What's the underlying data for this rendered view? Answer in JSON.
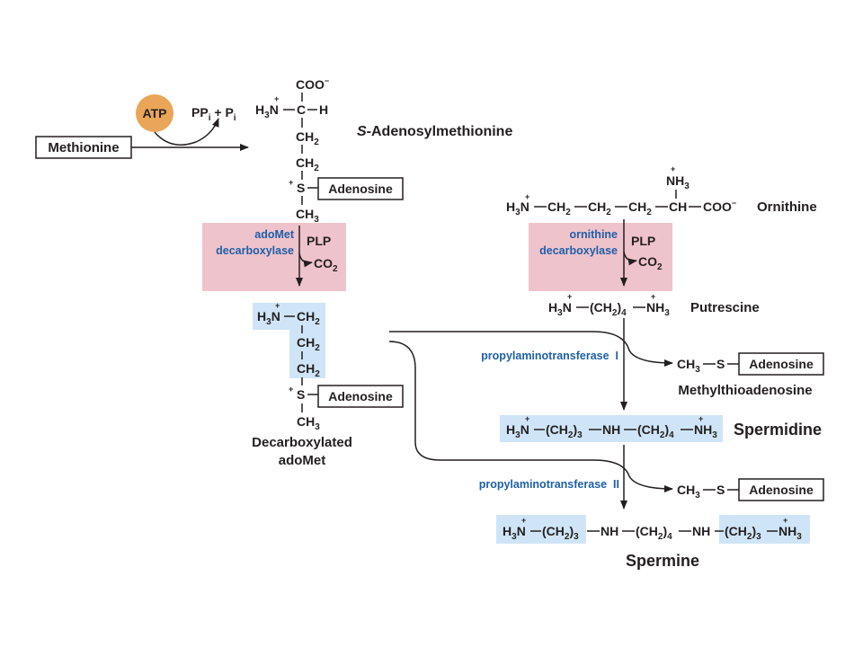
{
  "colors": {
    "atp_circle": "#e9a558",
    "enzyme_box": "#efc3cb",
    "highlight": "#cfe5f7",
    "enzyme_text": "#1f5fa8",
    "ink": "#231f20"
  },
  "atp": "ATP",
  "ppi": "PP",
  "pi_sub": "i",
  "plus": "+",
  "pi": "P",
  "methionine": "Methionine",
  "sam": {
    "italic_s": "S",
    "rest": "-Adenosylmethionine"
  },
  "groups": {
    "coo": "COO",
    "minus": "−",
    "h3n": "H",
    "three": "3",
    "n": "N",
    "c": "C",
    "h": "H",
    "ch": "CH",
    "two": "2",
    "s": "S",
    "nh": "NH",
    "paren_open": "(",
    "paren_close": ")",
    "four": "4",
    "charge_plus": "+"
  },
  "adenosine": "Adenosine",
  "adomet_decarboxylase": [
    "adoMet",
    "decarboxylase"
  ],
  "ornithine_decarboxylase": [
    "ornithine",
    "decarboxylase"
  ],
  "plp": "PLP",
  "co2": "CO",
  "ornithine": "Ornithine",
  "putrescine": "Putrescine",
  "decarboxylated_adomet": [
    "Decarboxylated",
    "adoMet"
  ],
  "propylaminotransferase_1": "propylaminotransferase  I",
  "propylaminotransferase_2": "propylaminotransferase  II",
  "methylthioadenosine": "Methylthioadenosine",
  "spermidine": "Spermidine",
  "spermine": "Spermine"
}
